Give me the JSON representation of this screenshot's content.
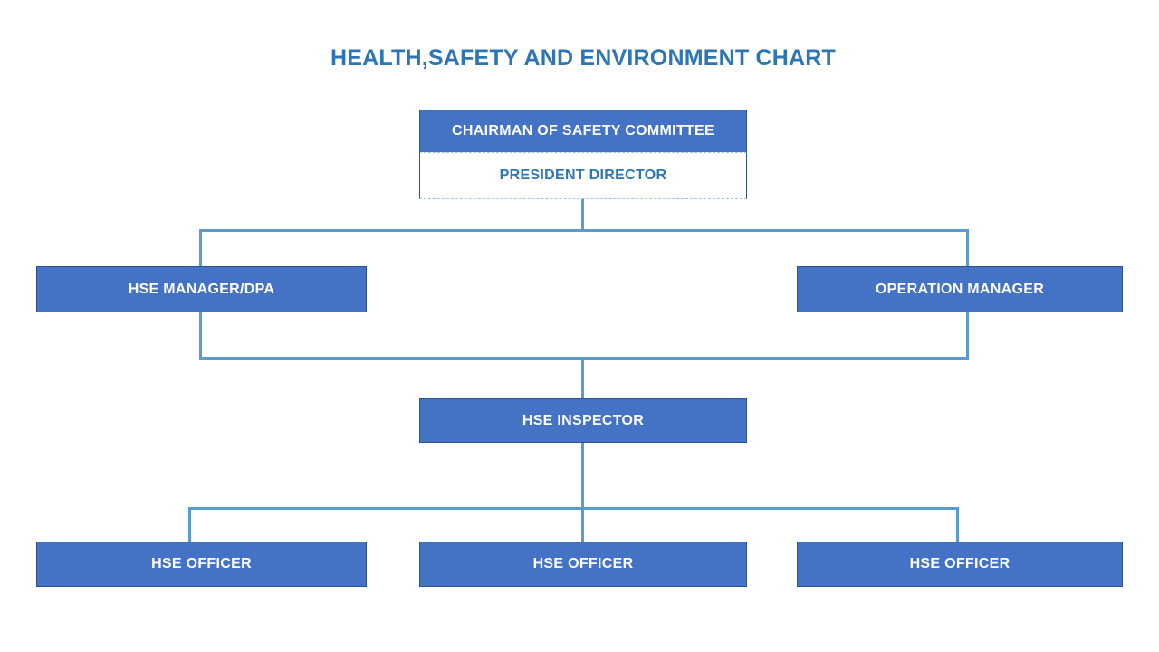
{
  "title": "HEALTH,SAFETY AND ENVIRONMENT CHART",
  "colors": {
    "box_fill": "#4472C4",
    "box_border": "#2F528F",
    "connector": "#5B9BD5",
    "title_text": "#2E75B6",
    "subtitle_text": "#2E75B6",
    "box_text": "#FFFFFF",
    "background": "#FFFFFF",
    "dashed_border": "#9DC3E6"
  },
  "org": {
    "root": {
      "role": "CHAIRMAN OF SAFETY COMMITTEE",
      "name": "PRESIDENT DIRECTOR"
    },
    "level2": [
      {
        "label": "HSE MANAGER/DPA"
      },
      {
        "label": "OPERATION MANAGER"
      }
    ],
    "level3": [
      {
        "label": "HSE INSPECTOR"
      }
    ],
    "level4": [
      {
        "label": "HSE OFFICER"
      },
      {
        "label": "HSE OFFICER"
      },
      {
        "label": "HSE OFFICER"
      }
    ]
  }
}
